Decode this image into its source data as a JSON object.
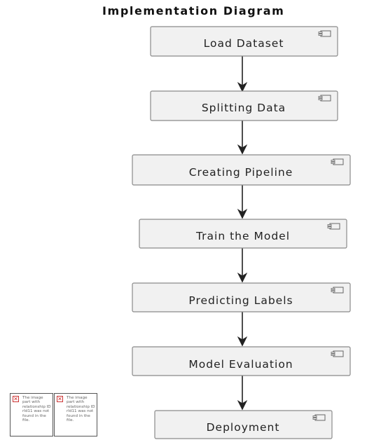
{
  "title": "Implementation Diagram",
  "steps": [
    "Load Dataset",
    "Splitting Data",
    "Creating Pipeline",
    "Train the Model",
    "Predicting Labels",
    "Model Evaluation",
    "Deployment"
  ],
  "missing_image": {
    "x": "✕",
    "message": "The image part with relationship ID rId11 was not found in the file."
  },
  "colors": {
    "node_fill": "#f1f1f1",
    "node_stroke": "#8a8a8a",
    "arrow": "#222222"
  }
}
